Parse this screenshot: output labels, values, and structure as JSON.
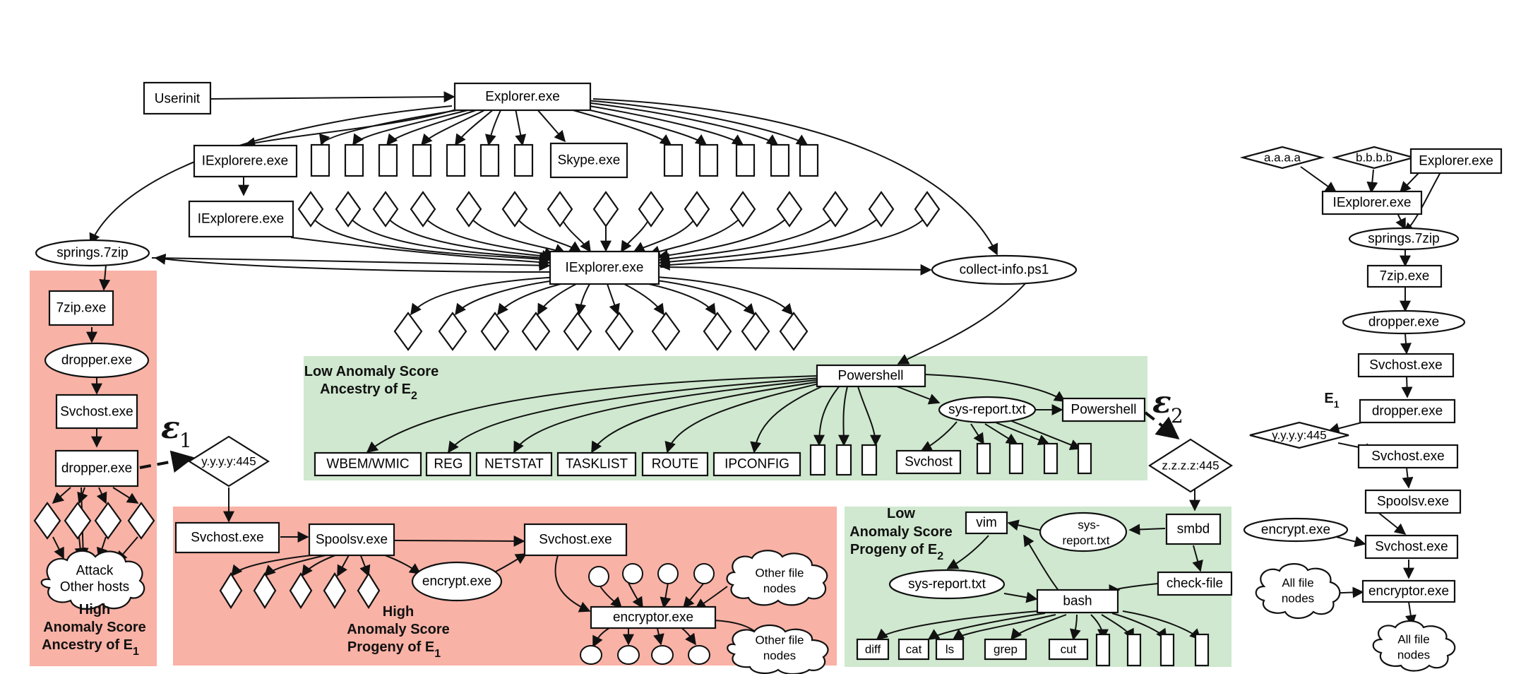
{
  "colors": {
    "high_region": "#f9b2a6",
    "low_region": "#cfe8cf",
    "stroke": "#111111"
  },
  "nodes": {
    "userinit": "Userinit",
    "explorer": "Explorer.exe",
    "iexplorere1": "IExplorere.exe",
    "iexplorere2": "IExplorere.exe",
    "skype": "Skype.exe",
    "iexplorer_center": "IExplorer.exe",
    "springs": "springs.7zip",
    "collect_info": "collect-info.ps1",
    "zip7": "7zip.exe",
    "dropper_ell": "dropper.exe",
    "svchost_left": "Svchost.exe",
    "dropper_rect": "dropper.exe",
    "attack_line1": "Attack",
    "attack_line2": "Other hosts",
    "yyyy": "y.y.y.y:445",
    "svchost_prog": "Svchost.exe",
    "spoolsv": "Spoolsv.exe",
    "encrypt": "encrypt.exe",
    "svchost_prog2": "Svchost.exe",
    "encryptor": "encryptor.exe",
    "other_file_1a": "Other file",
    "other_file_1b": "nodes",
    "other_file_2a": "Other file",
    "other_file_2b": "nodes",
    "powershell1": "Powershell",
    "wbem": "WBEM/WMIC",
    "reg": "REG",
    "netstat": "NETSTAT",
    "tasklist": "TASKLIST",
    "route": "ROUTE",
    "ipconfig": "IPCONFIG",
    "sys_report1": "sys-report.txt",
    "powershell2": "Powershell",
    "svchost_g": "Svchost",
    "zzzz": "z.z.z.z:445",
    "vim": "vim",
    "sys_report2a": "sys-",
    "sys_report2b": "report.txt",
    "smbd": "smbd",
    "sys_report3": "sys-report.txt",
    "check_file": "check-file",
    "bash": "bash",
    "diff": "diff",
    "cat": "cat",
    "ls": "ls",
    "grep": "grep",
    "cut": "cut"
  },
  "regions": {
    "high_ancestry": [
      "High",
      "Anomaly Score",
      "Ancestry of E"
    ],
    "high_ancestry_sub": "1",
    "high_progeny": [
      "High",
      "Anomaly Score",
      "Progeny of E"
    ],
    "high_progeny_sub": "1",
    "low_ancestry": [
      "Low  Anomaly Score",
      "Ancestry of E"
    ],
    "low_ancestry_sub": "2",
    "low_progeny": [
      "Low",
      "Anomaly Score",
      "Progeny of E"
    ],
    "low_progeny_sub": "2"
  },
  "epsilon": {
    "e1_symbol": "ε",
    "e1_sub": "1",
    "e2_symbol": "ε",
    "e2_sub": "2"
  },
  "right_chain": {
    "aaaa": "a.a.a.a",
    "bbbb": "b.b.b.b",
    "explorer": "Explorer.exe",
    "iexplorer": "IExplorer.exe",
    "springs": "springs.7zip",
    "zip7": "7zip.exe",
    "dropper_ell": "dropper.exe",
    "svchost1": "Svchost.exe",
    "e1_label": "E",
    "e1_sub": "1",
    "dropper_rect": "dropper.exe",
    "yyyy": "y.y.y.y:445",
    "svchost2": "Svchost.exe",
    "spoolsv": "Spoolsv.exe",
    "encrypt": "encrypt.exe",
    "svchost3": "Svchost.exe",
    "all_files_1a": "All file",
    "all_files_1b": "nodes",
    "encryptor": "encryptor.exe",
    "all_files_2a": "All file",
    "all_files_2b": "nodes"
  }
}
